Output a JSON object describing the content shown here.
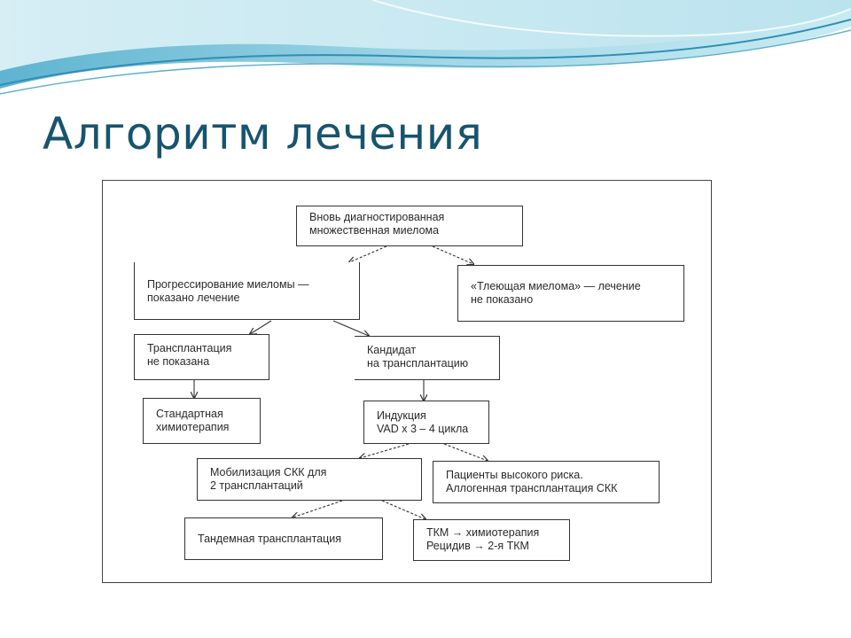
{
  "slide": {
    "title": "Алгоритм лечения"
  },
  "diagram": {
    "nodes": {
      "new_diagnosis": [
        "Вновь диагностированная",
        "множественная миелома"
      ],
      "progression": [
        "Прогрессирование миеломы —",
        "показано лечение"
      ],
      "smoldering": [
        "«Тлеющая миелома» — лечение",
        "не показано"
      ],
      "transplant_not_indicated": [
        "Трансплантация",
        "не показана"
      ],
      "candidate": [
        "Кандидат",
        "на трансплантацию"
      ],
      "standard_chemo": [
        "Стандартная",
        "химиотерапия"
      ],
      "induction": [
        "Индукция",
        "VAD x 3 – 4 цикла"
      ],
      "mobilization": [
        "Мобилизация СКК для",
        "2 трансплантаций"
      ],
      "high_risk": [
        "Пациенты высокого риска.",
        "Аллогенная трансплантация СКК"
      ],
      "tandem": [
        "Тандемная трансплантация"
      ],
      "tkm": [
        "ТКМ → химиотерапия",
        "Рецидив → 2-я ТКМ"
      ]
    }
  },
  "colors": {
    "title": "#17546e",
    "banner_light": "#d4eef4",
    "banner_mid": "#7fc7dc",
    "banner_dark": "#2f8fb4"
  }
}
